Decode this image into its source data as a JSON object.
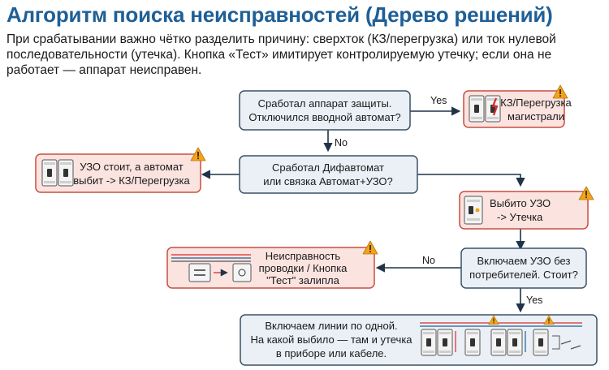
{
  "title": "Алгоритм поиска неисправностей (Дерево решений)",
  "intro": "При срабатывании важно чётко разделить причину: сверхток (КЗ/перегрузка) или ток нулевой последовательности (утечка). Кнопка «Тест» имитирует контролируемую утечку; если она не работает — аппарат неисправен.",
  "nodes": {
    "q1": {
      "lines": [
        "Сработал аппарат защиты.",
        "Отключился вводной автомат?"
      ]
    },
    "r1": {
      "lines": [
        "КЗ/Перегрузка",
        "магистрали"
      ]
    },
    "q2": {
      "lines": [
        "Сработал Дифавтомат",
        "или связка Автомат+УЗО?"
      ]
    },
    "r2": {
      "lines": [
        "УЗО стоит, а автомат",
        "выбит -> КЗ/Перегрузка"
      ]
    },
    "r3": {
      "lines": [
        "Выбито УЗО",
        "-> Утечка"
      ]
    },
    "q3": {
      "lines": [
        "Включаем УЗО без",
        "потребителей. Стоит?"
      ]
    },
    "r4": {
      "lines": [
        "Неисправность",
        "проводки / Кнопка",
        "\"Тест\" залипла"
      ]
    },
    "q4": {
      "lines": [
        "Включаем линии по одной.",
        "На какой выбило — там и утечка",
        "в приборе или кабеле."
      ]
    }
  },
  "edges": {
    "yes1": "Yes",
    "no1": "No",
    "no3": "No",
    "yes3": "Yes"
  },
  "colors": {
    "title": "#1f5f96",
    "question_fill": "#eaf0f6",
    "question_stroke": "#3b5166",
    "result_fill": "#fbe3e0",
    "result_stroke": "#c74f40",
    "warning": "#f2a31a",
    "spark": "#d62c2c"
  },
  "icons": [
    "breaker-icon",
    "rcd-icon",
    "warning-icon",
    "wiring-diagram-icon",
    "panel-lines-icon"
  ]
}
